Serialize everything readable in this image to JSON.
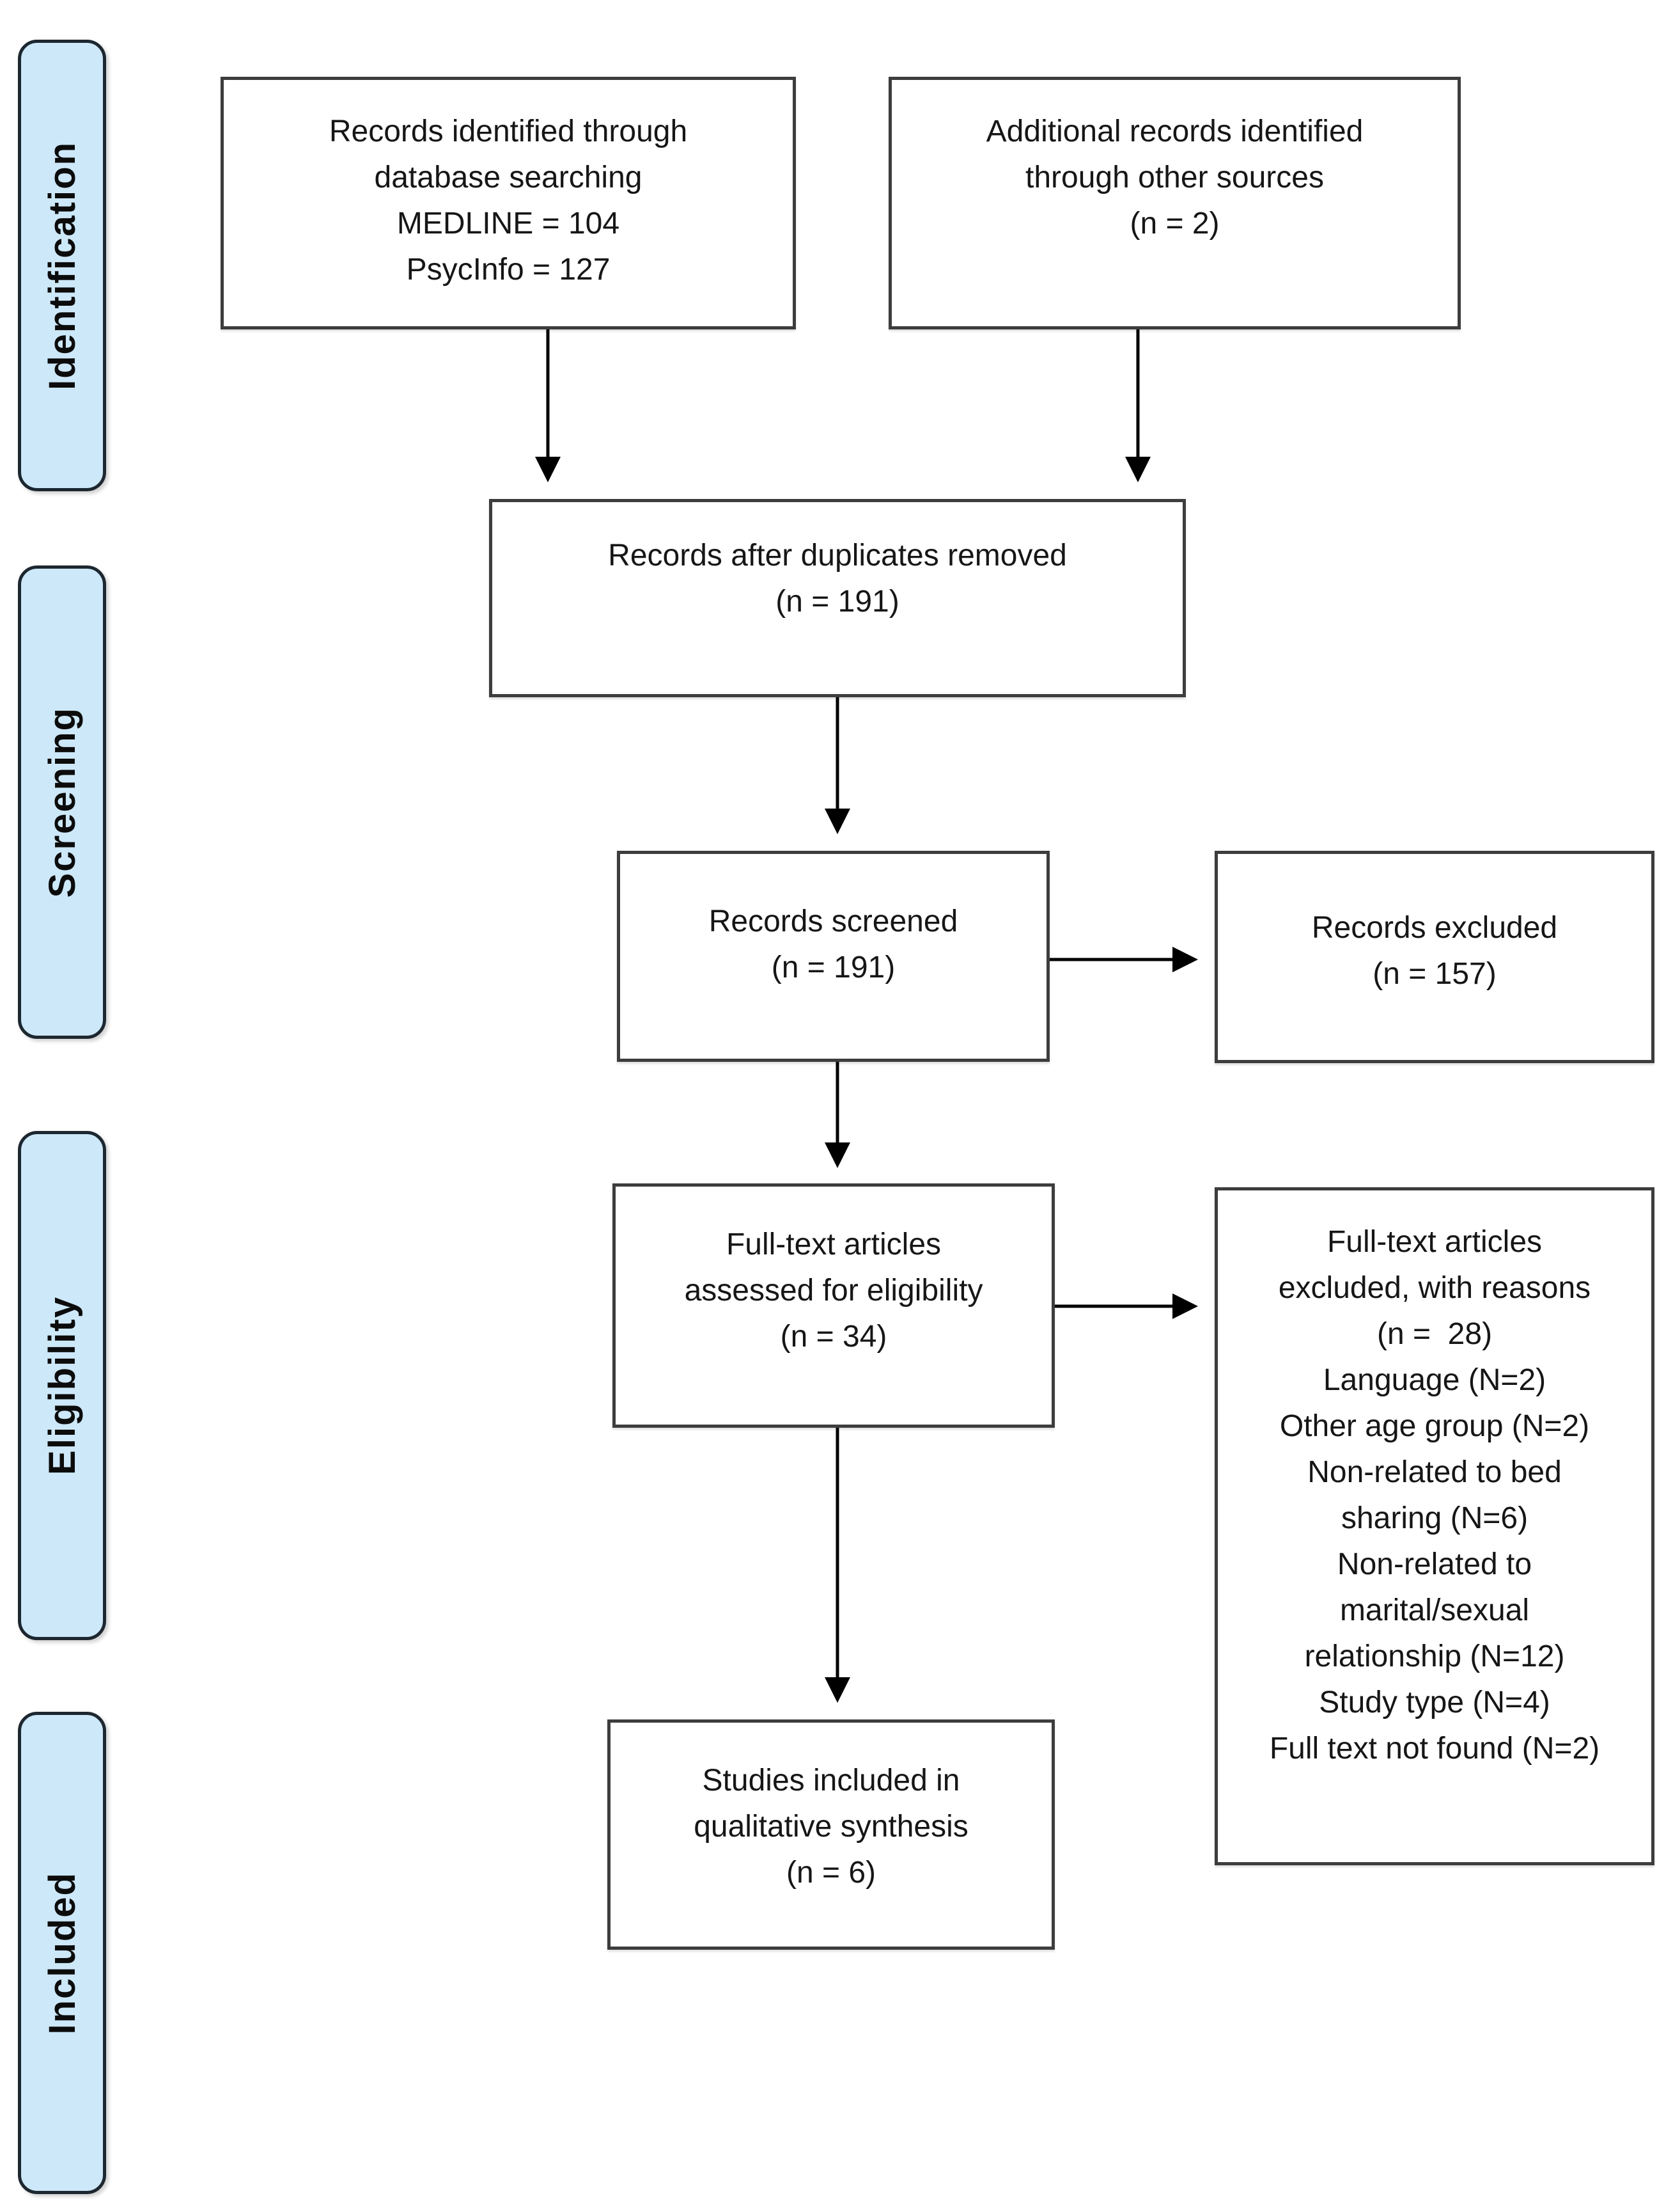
{
  "sidebar": {
    "labels": [
      "Identification",
      "Screening",
      "Eligibility",
      "Included"
    ]
  },
  "boxes": {
    "identified": {
      "lines": [
        "Records identified through",
        "database searching",
        "MEDLINE = 104",
        "PsycInfo = 127"
      ]
    },
    "additional": {
      "lines": [
        "Additional records identified",
        "through other sources",
        "(n = 2)"
      ]
    },
    "duplicates_removed": {
      "lines": [
        "Records after duplicates removed",
        "(n = 191)"
      ]
    },
    "screened": {
      "lines": [
        "Records screened",
        "(n = 191)"
      ]
    },
    "excluded": {
      "lines": [
        "Records excluded",
        "(n = 157)"
      ]
    },
    "fulltext_assessed": {
      "lines": [
        "Full-text articles",
        "assessed for eligibility",
        "(n = 34)"
      ]
    },
    "fulltext_excluded": {
      "lines": [
        "Full-text articles",
        "excluded, with reasons",
        "(n =  28)",
        "Language (N=2)",
        "Other age group (N=2)",
        "Non-related to bed",
        "sharing (N=6)",
        "Non-related to",
        "marital/sexual",
        "relationship (N=12)",
        "Study type (N=4)",
        "Full text not found (N=2)"
      ]
    },
    "included_studies": {
      "lines": [
        "Studies included in",
        "qualitative synthesis",
        "(n = 6)"
      ]
    }
  },
  "colors": {
    "stage_fill": "#cde8f8",
    "stage_border": "#1d2730",
    "box_border": "#3d3d3d",
    "arrow": "#000000",
    "text": "#161616"
  }
}
